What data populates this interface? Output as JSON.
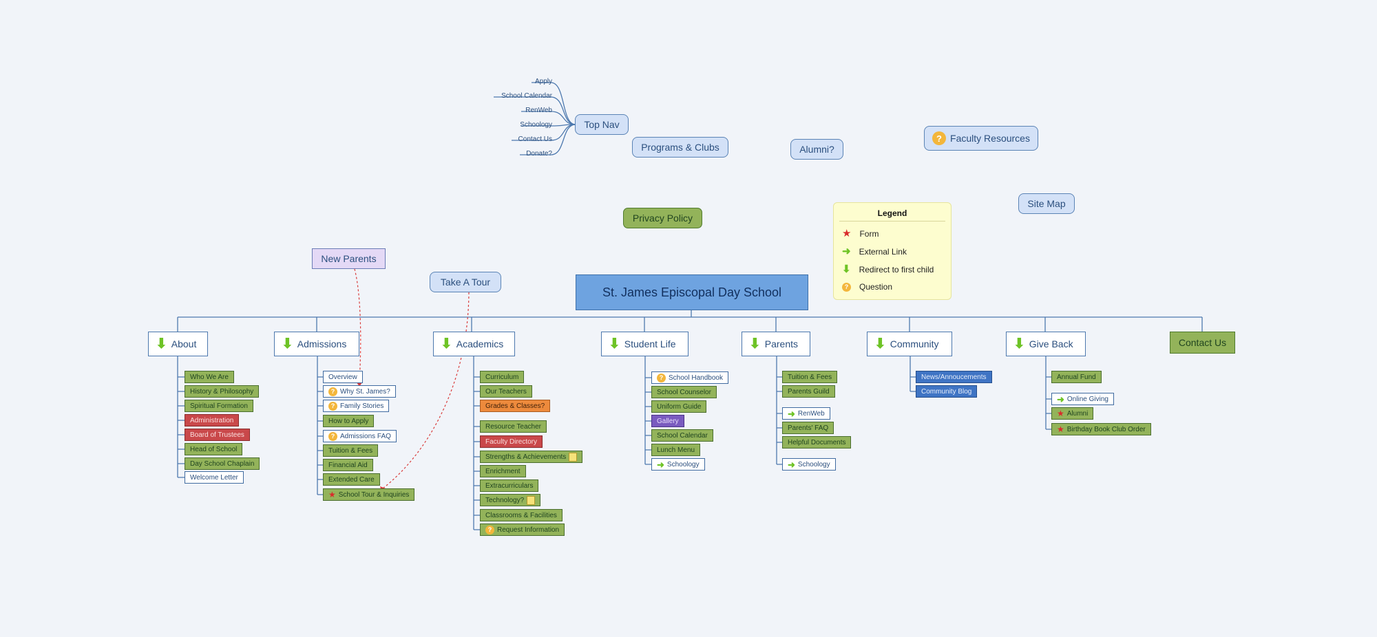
{
  "root": "St. James Episcopal Day School",
  "top_nav": {
    "label": "Top Nav",
    "items": [
      "Apply",
      "School Calendar",
      "RenWeb",
      "Schoology",
      "Contact Us",
      "Donate?"
    ]
  },
  "floating": {
    "programs": "Programs & Clubs",
    "alumni": "Alumni?",
    "faculty": "Faculty Resources",
    "privacy": "Privacy Policy",
    "sitemap": "Site Map",
    "new_parents": "New Parents",
    "take_tour": "Take A Tour"
  },
  "legend": {
    "title": "Legend",
    "items": [
      {
        "icon": "star-icon",
        "label": "Form"
      },
      {
        "icon": "arrow-right-icon",
        "label": "External Link"
      },
      {
        "icon": "arrow-down-icon",
        "label": "Redirect to first child"
      },
      {
        "icon": "question-icon",
        "label": "Question"
      }
    ]
  },
  "branches": [
    {
      "label": "About",
      "icon": "arrow-down-icon",
      "children": [
        {
          "label": "Who We Are",
          "color": "green"
        },
        {
          "label": "History & Philosophy",
          "color": "green"
        },
        {
          "label": "Spiritual Formation",
          "color": "green"
        },
        {
          "label": "Administration",
          "color": "red"
        },
        {
          "label": "Board of Trustees",
          "color": "red"
        },
        {
          "label": "Head of School",
          "color": "green"
        },
        {
          "label": "Day School Chaplain",
          "color": "green"
        },
        {
          "label": "Welcome Letter",
          "color": "white"
        }
      ]
    },
    {
      "label": "Admissions",
      "icon": "arrow-down-icon",
      "children": [
        {
          "label": "Overview",
          "color": "white"
        },
        {
          "label": "Why St. James?",
          "color": "white",
          "icon": "question-icon"
        },
        {
          "label": "Family Stories",
          "color": "white",
          "icon": "question-icon"
        },
        {
          "label": "How to Apply",
          "color": "green"
        },
        {
          "label": "Admissions FAQ",
          "color": "white",
          "icon": "question-icon"
        },
        {
          "label": "Tuition & Fees",
          "color": "green"
        },
        {
          "label": "Financial Aid",
          "color": "green"
        },
        {
          "label": "Extended Care",
          "color": "green"
        },
        {
          "label": "School Tour & Inquiries",
          "color": "green",
          "icon": "star-icon"
        }
      ]
    },
    {
      "label": "Academics",
      "icon": "arrow-down-icon",
      "children": [
        {
          "label": "Curriculum",
          "color": "green"
        },
        {
          "label": "Our Teachers",
          "color": "green"
        },
        {
          "label": "Grades & Classes?",
          "color": "orange"
        },
        {
          "label": "Resource Teacher",
          "color": "green"
        },
        {
          "label": "Faculty Directory",
          "color": "red"
        },
        {
          "label": "Strengths & Achievements",
          "color": "green",
          "note": true
        },
        {
          "label": "Enrichment",
          "color": "green"
        },
        {
          "label": "Extracurriculars",
          "color": "green"
        },
        {
          "label": "Technology?",
          "color": "green",
          "note": true
        },
        {
          "label": "Classrooms & Facilities",
          "color": "green"
        },
        {
          "label": "Request Information",
          "color": "green",
          "icon": "question-icon"
        }
      ]
    },
    {
      "label": "Student Life",
      "icon": "arrow-down-icon",
      "children": [
        {
          "label": "School Handbook",
          "color": "white",
          "icon": "question-icon"
        },
        {
          "label": "School Counselor",
          "color": "green"
        },
        {
          "label": "Uniform Guide",
          "color": "green"
        },
        {
          "label": "Gallery",
          "color": "purple"
        },
        {
          "label": "School Calendar",
          "color": "green"
        },
        {
          "label": "Lunch Menu",
          "color": "green"
        },
        {
          "label": "Schoology",
          "color": "white",
          "icon": "arrow-right-icon"
        }
      ]
    },
    {
      "label": "Parents",
      "icon": "arrow-down-icon",
      "children": [
        {
          "label": "Tuition & Fees",
          "color": "green"
        },
        {
          "label": "Parents Guild",
          "color": "green"
        },
        {
          "label": "RenWeb",
          "color": "white",
          "icon": "arrow-right-icon"
        },
        {
          "label": "Parents' FAQ",
          "color": "green"
        },
        {
          "label": "Helpful Documents",
          "color": "green"
        },
        {
          "label": "Schoology",
          "color": "white",
          "icon": "arrow-right-icon"
        }
      ]
    },
    {
      "label": "Community",
      "icon": "arrow-down-icon",
      "children": [
        {
          "label": "News/Annoucements",
          "color": "blue"
        },
        {
          "label": "Community Blog",
          "color": "blue"
        }
      ]
    },
    {
      "label": "Give Back",
      "icon": "arrow-down-icon",
      "children": [
        {
          "label": "Annual Fund",
          "color": "green"
        },
        {
          "label": "Online Giving",
          "color": "white",
          "icon": "arrow-right-icon"
        },
        {
          "label": "Alumni",
          "color": "green",
          "icon": "star-icon"
        },
        {
          "label": "Birthday Book Club Order",
          "color": "green",
          "icon": "star-icon"
        }
      ]
    },
    {
      "label": "Contact Us",
      "icon": "",
      "children": []
    }
  ]
}
